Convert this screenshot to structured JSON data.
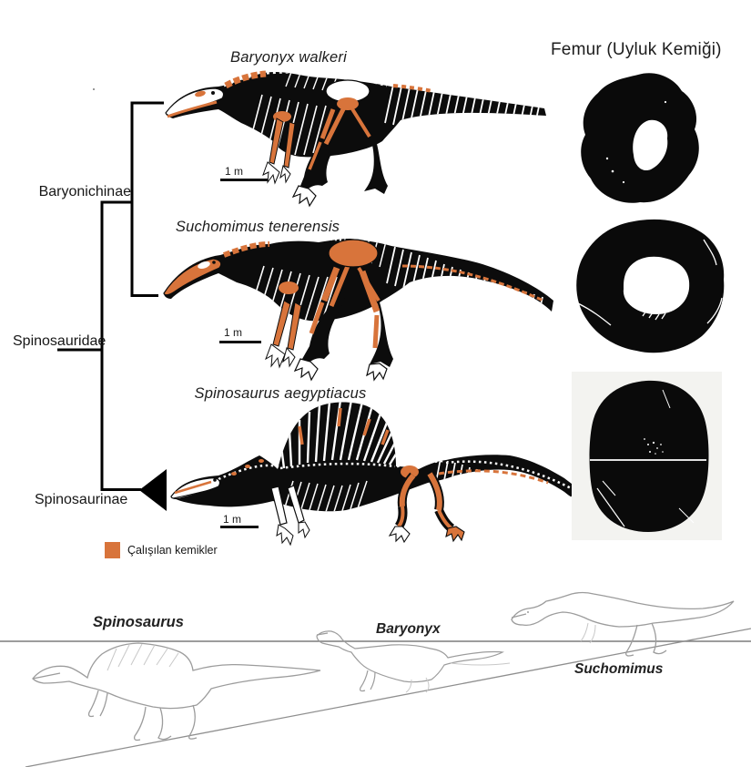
{
  "figure_title": "Femur (Uyluk Kemiği)",
  "cladogram": {
    "clade_labels": [
      {
        "id": "baryonichinae",
        "label": "Baryonichinae"
      },
      {
        "id": "spinosauridae",
        "label": "Spinosauridae"
      },
      {
        "id": "spinosaurinae",
        "label": "Spinosaurinae"
      }
    ]
  },
  "species_rows": [
    {
      "species": "Baryonyx walkeri",
      "scale_bar": "1 m"
    },
    {
      "species": "Suchomimus tenerensis",
      "scale_bar": "1 m"
    },
    {
      "species": "Spinosaurus aegyptiacus",
      "scale_bar": "1 m"
    }
  ],
  "legend": {
    "label": "Çalışılan kemikler",
    "swatch_color": "#D8743B"
  },
  "size_comparison_labels": [
    "Spinosaurus",
    "Baryonyx",
    "Suchomimus"
  ],
  "colors": {
    "studied_bones_orange": "#D8743B",
    "skeleton_black": "#0C0C0C",
    "sketch_gray": "#9C9C9C",
    "femur_photo_black": "#0A0A0A",
    "femur3_background": "#F3F3F0"
  }
}
